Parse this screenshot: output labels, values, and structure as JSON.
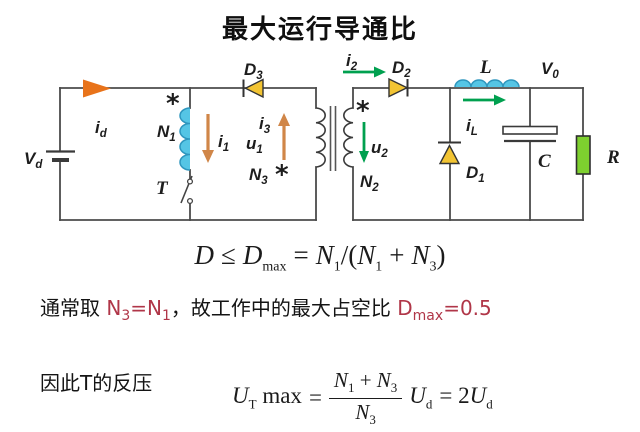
{
  "title": "最大运行导通比",
  "colors": {
    "wire": "#4b4b4b",
    "coil_cyan": "#55c5e5",
    "coil_cyan_edge": "#2e96be",
    "diode_yellow": "#f2c433",
    "resistor_green": "#7ed02f",
    "arrow_orange": "#e8731a",
    "arrow_tan": "#d08648",
    "arrow_green": "#00a04f",
    "red_text": "#b03648"
  },
  "circuit": {
    "labels": {
      "vd": {
        "base": "V",
        "sub": "d"
      },
      "id": {
        "base": "i",
        "sub": "d"
      },
      "n1": {
        "base": "N",
        "sub": "1"
      },
      "star_n1": "*",
      "i1": {
        "base": "i",
        "sub": "1"
      },
      "u1": {
        "base": "u",
        "sub": "1"
      },
      "t": "T",
      "d3": {
        "base": "D",
        "sub": "3"
      },
      "i3": {
        "base": "i",
        "sub": "3"
      },
      "n3": {
        "base": "N",
        "sub": "3"
      },
      "star_n3": "*",
      "star_n2": "*",
      "n2": {
        "base": "N",
        "sub": "2"
      },
      "u2": {
        "base": "u",
        "sub": "2"
      },
      "i2": {
        "base": "i",
        "sub": "2"
      },
      "d2": {
        "base": "D",
        "sub": "2"
      },
      "l": "L",
      "il": {
        "base": "i",
        "sub": "L"
      },
      "v0": {
        "base": "V",
        "sub": "0"
      },
      "d1": {
        "base": "D",
        "sub": "1"
      },
      "c": "C",
      "r": "R"
    }
  },
  "formula_duty": {
    "d": "D",
    "leq": "≤",
    "dmax": "D",
    "dmax_sub": "max",
    "eq": "=",
    "n1a": "N",
    "n1a_sub": "1",
    "slash": "/(",
    "n1b": "N",
    "n1b_sub": "1",
    "plus": "+",
    "n3": "N",
    "n3_sub": "3",
    "close": ")"
  },
  "line2": {
    "lead": "通常取 ",
    "n3": "N",
    "n3_sub": "3",
    "eq1": "=",
    "n1": "N",
    "n1_sub": "1",
    "mid": "，故工作中的最大占空比 ",
    "dmax": "D",
    "dmax_sub": "max",
    "tail": "=0.5"
  },
  "line3_label": "因此T的反压",
  "formula_ut": {
    "u": "U",
    "u_sub": "T",
    "max": " max",
    "eq": "=",
    "num_n1": "N",
    "num_n1_sub": "1",
    "num_plus": " + ",
    "num_n3": "N",
    "num_n3_sub": "3",
    "den_n": "N",
    "den_n_sub": "3",
    "ud": "U",
    "ud_sub": "d",
    "eq2": "= 2",
    "ud2": "U",
    "ud2_sub": "d"
  }
}
